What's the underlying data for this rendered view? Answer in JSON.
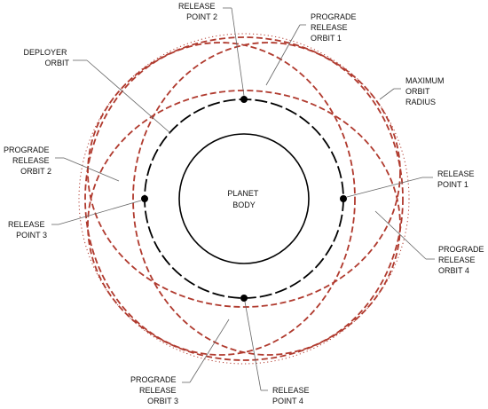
{
  "diagram": {
    "planet_label": [
      "PLANET",
      "BODY"
    ],
    "labels": {
      "release_point_1": [
        "RELEASE",
        "POINT 1"
      ],
      "release_point_2": [
        "RELEASE",
        "POINT 2"
      ],
      "release_point_3": [
        "RELEASE",
        "POINT 3"
      ],
      "release_point_4": [
        "RELEASE",
        "POINT 4"
      ],
      "prograde_release_orbit_1": [
        "PROGRADE",
        "RELEASE",
        "ORBIT 1"
      ],
      "prograde_release_orbit_2": [
        "PROGRADE",
        "RELEASE",
        "ORBIT 2"
      ],
      "prograde_release_orbit_3": [
        "PROGRADE",
        "RELEASE",
        "ORBIT 3"
      ],
      "prograde_release_orbit_4": [
        "PROGRADE",
        "RELEASE",
        "ORBIT 4"
      ],
      "deployer_orbit": [
        "DEPLOYER",
        "ORBIT"
      ],
      "maximum_orbit_radius": [
        "MAXIMUM",
        "ORBIT",
        "RADIUS"
      ]
    },
    "colors": {
      "release_orbit": "#b03a2e",
      "max_radius": "#b03a2e",
      "deployer": "#000000",
      "planet": "#000000",
      "leader": "#666666"
    }
  }
}
